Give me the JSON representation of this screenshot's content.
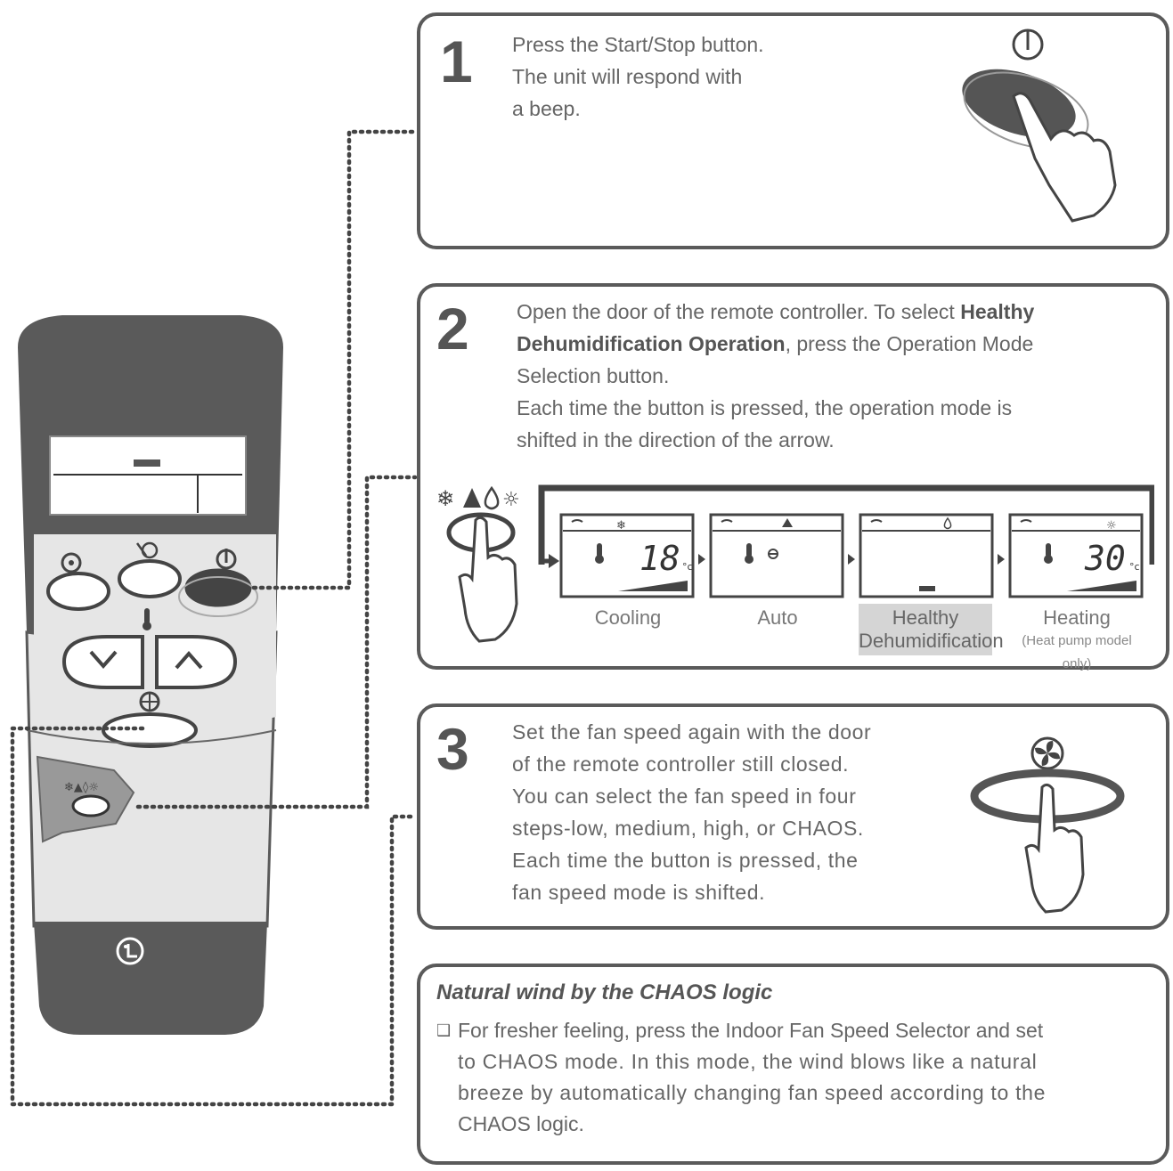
{
  "step1": {
    "number": "1",
    "lines": [
      "Press the Start/Stop button.",
      "The unit will respond with",
      "a beep."
    ]
  },
  "step2": {
    "number": "2",
    "line1_pre": "Open the door of the remote controller. To select ",
    "line1_bold": "Healthy",
    "line2_bold": "Dehumidification Operation",
    "line2_post": ", press the Operation Mode",
    "line3": "Selection button.",
    "line4": "Each time the button is pressed, the operation mode is",
    "line5": "shifted in the direction of the arrow.",
    "modes": [
      {
        "label": "Cooling",
        "display_value": "18"
      },
      {
        "label": "Auto",
        "display_value": ""
      },
      {
        "label_line1": "Healthy",
        "label_line2": "Dehumidification",
        "display_value": ""
      },
      {
        "label": "Heating",
        "note": "(Heat pump model only)",
        "display_value": "30"
      }
    ],
    "temp_unit": "°c"
  },
  "step3": {
    "number": "3",
    "lines": [
      "Set the fan speed again with the door",
      "of the remote controller still closed.",
      "You can select the fan speed in four",
      "steps-low, medium, high, or CHAOS.",
      "Each time the button is pressed, the",
      "fan speed mode is shifted."
    ]
  },
  "chaos": {
    "title": "Natural wind by the CHAOS logic",
    "bullet": "❑",
    "lines": [
      "For fresher feeling, press the Indoor Fan Speed Selector and set",
      "to CHAOS mode. In this mode, the wind blows like a natural",
      "breeze by automatically changing fan speed according to the",
      "CHAOS logic."
    ]
  },
  "colors": {
    "dark_gray": "#5a5a5a",
    "mid_gray": "#8a8a8a",
    "light_gray": "#d5d5d5"
  },
  "icons": [
    "power-icon",
    "fan-icon",
    "thermometer-icon",
    "snowflake-icon",
    "drop-icon",
    "sun-icon",
    "pointing-hand-icon",
    "lg-logo-icon"
  ]
}
